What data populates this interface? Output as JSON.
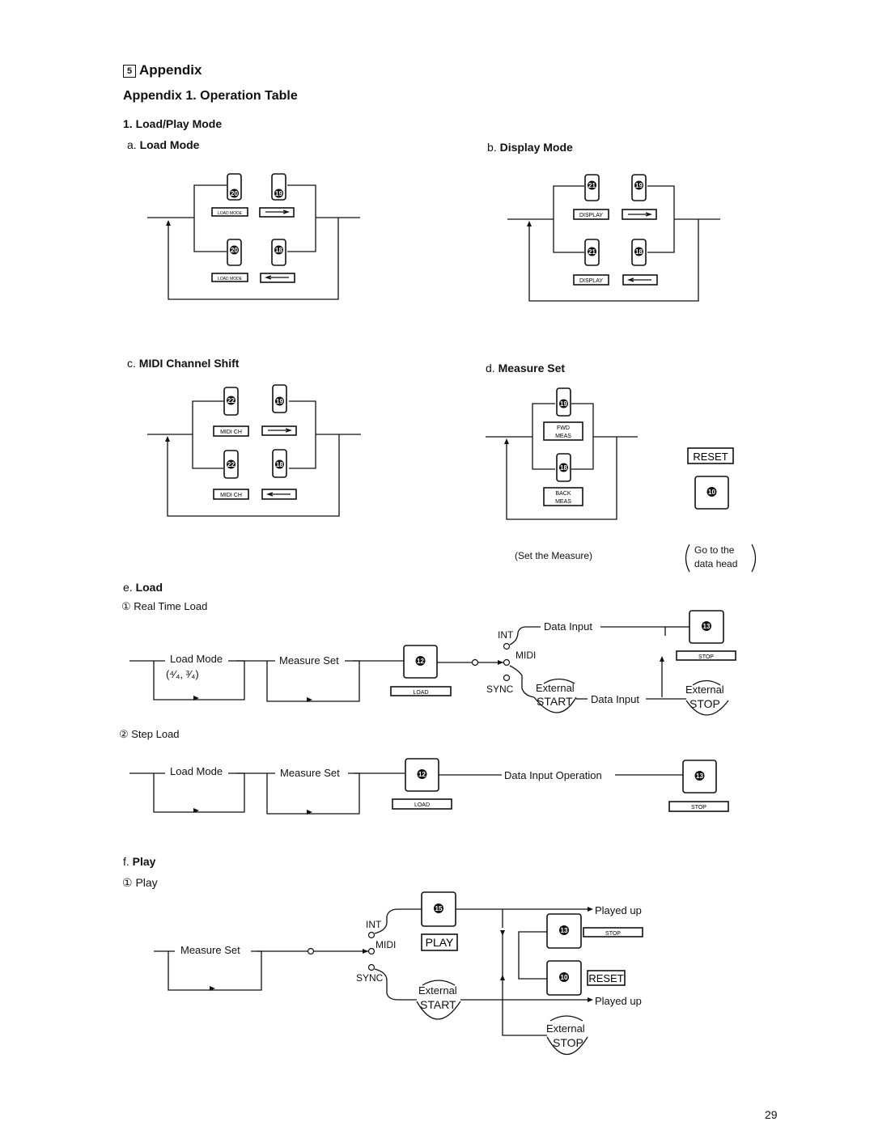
{
  "section": {
    "number": "5",
    "title": "Appendix"
  },
  "appendix_title": "Appendix 1. Operation Table",
  "mode_title": "1. Load/Play Mode",
  "subsections": {
    "a": {
      "prefix": "a.",
      "title": "Load Mode"
    },
    "b": {
      "prefix": "b.",
      "title": "Display Mode"
    },
    "c": {
      "prefix": "c.",
      "title": "MIDI Channel Shift"
    },
    "d": {
      "prefix": "d.",
      "title": "Measure Set"
    },
    "e": {
      "prefix": "e.",
      "title": "Load"
    },
    "f": {
      "prefix": "f.",
      "title": "Play"
    }
  },
  "keys": {
    "load_mode": "LOAD MODE",
    "display": "DISPLAY",
    "midi_ch": "MIDI CH",
    "fwd_meas": "FWD MEAS",
    "back_meas": "BACK MEAS",
    "reset": "RESET",
    "load": "LOAD",
    "stop": "STOP",
    "play": "PLAY"
  },
  "button_numbers": {
    "n20": "20",
    "n19": "19",
    "n18": "18",
    "n21": "21",
    "n22": "22",
    "n10": "10",
    "n12": "12",
    "n13": "13",
    "n15": "15"
  },
  "captions": {
    "set_measure": "(Set the Measure)",
    "go_to_line1": "Go to the",
    "go_to_line2": "data head"
  },
  "load": {
    "real_time": "① Real Time Load",
    "step_load": "② Step Load",
    "load_mode": "Load Mode",
    "time_sig": "(⁴⁄₄, ³⁄₄)",
    "measure_set": "Measure Set",
    "int": "INT",
    "midi": "MIDI",
    "sync": "SYNC",
    "data_input": "Data Input",
    "external": "External",
    "start": "START",
    "stop": "STOP",
    "data_input_operation": "Data Input Operation"
  },
  "play": {
    "play_item": "① Play",
    "measure_set": "Measure Set",
    "int": "INT",
    "midi": "MIDI",
    "sync": "SYNC",
    "external": "External",
    "start": "START",
    "stop": "STOP",
    "played_up": "Played up"
  },
  "page_number": "29"
}
